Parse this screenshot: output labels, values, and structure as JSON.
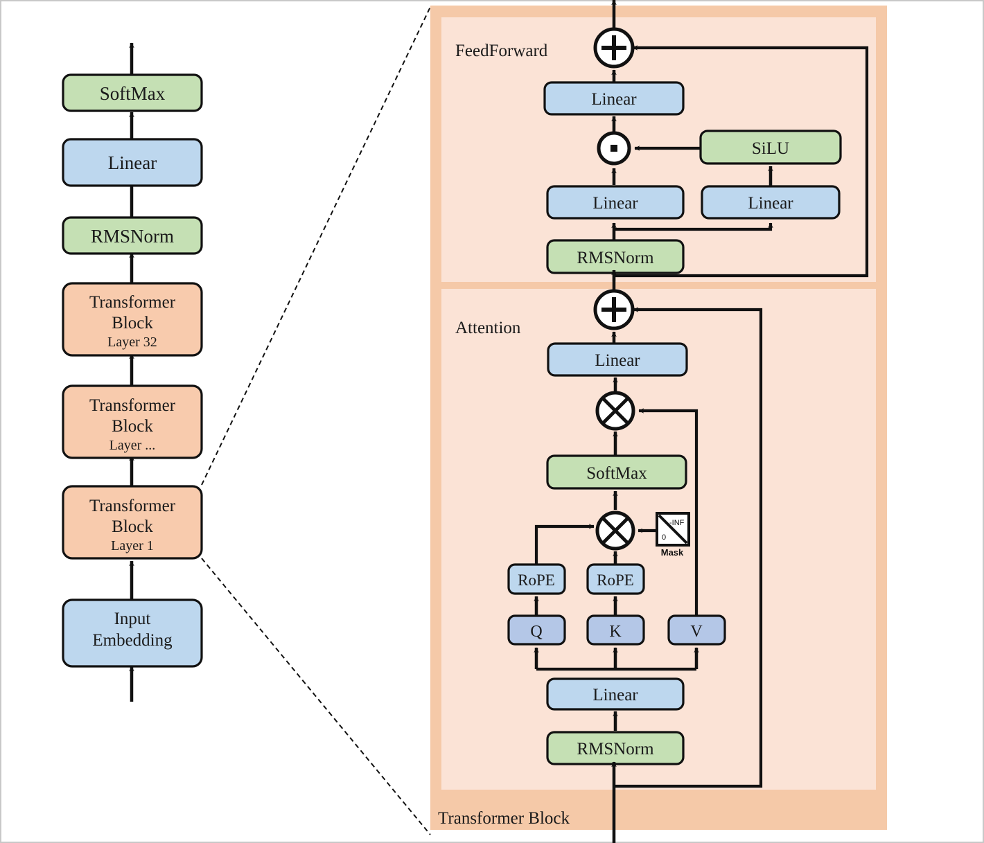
{
  "figure": {
    "title": "LLaMA-style Transformer architecture diagram",
    "colors": {
      "blue": "#bdd7ee",
      "blue_dark": "#b4c7e7",
      "green": "#c5e0b4",
      "peach": "#f8cbad",
      "panel_outer": "#f5c9a8",
      "panel_inner": "#fbe3d6",
      "stroke": "#1a1a1a",
      "frame": "#c8c8c8",
      "white": "#ffffff"
    }
  },
  "left_stack": {
    "name": "model-overview-stack",
    "nodes": [
      {
        "id": "softmax",
        "label": "SoftMax",
        "sub": "",
        "color": "green"
      },
      {
        "id": "linear",
        "label": "Linear",
        "sub": "",
        "color": "blue"
      },
      {
        "id": "rmsnorm",
        "label": "RMSNorm",
        "sub": "",
        "color": "green"
      },
      {
        "id": "block32",
        "label": "Transformer Block",
        "sub": "Layer 32",
        "color": "peach"
      },
      {
        "id": "blockdots",
        "label": "Transformer Block",
        "sub": "Layer ...",
        "color": "peach"
      },
      {
        "id": "block1",
        "label": "Transformer Block",
        "sub": "Layer 1",
        "color": "peach"
      },
      {
        "id": "embed",
        "label": "Input Embedding",
        "sub": "",
        "color": "blue"
      }
    ]
  },
  "detail_panel": {
    "name": "transformer-block-detail",
    "panel_label": "Transformer Block",
    "sections": [
      {
        "id": "feedforward",
        "label": "FeedForward"
      },
      {
        "id": "attention",
        "label": "Attention"
      }
    ],
    "feedforward_nodes": [
      {
        "id": "ff-add",
        "label": "+",
        "type": "op-add"
      },
      {
        "id": "ff-linear-out",
        "label": "Linear",
        "type": "box",
        "color": "blue"
      },
      {
        "id": "ff-mul",
        "label": "·",
        "type": "op-dot"
      },
      {
        "id": "ff-silu",
        "label": "SiLU",
        "type": "box",
        "color": "green"
      },
      {
        "id": "ff-linear-gate",
        "label": "Linear",
        "type": "box",
        "color": "blue"
      },
      {
        "id": "ff-linear-up",
        "label": "Linear",
        "type": "box",
        "color": "blue"
      },
      {
        "id": "ff-rmsnorm",
        "label": "RMSNorm",
        "type": "box",
        "color": "green"
      }
    ],
    "attention_nodes": [
      {
        "id": "at-add",
        "label": "+",
        "type": "op-add"
      },
      {
        "id": "at-linear-out",
        "label": "Linear",
        "type": "box",
        "color": "blue"
      },
      {
        "id": "at-mul2",
        "label": "×",
        "type": "op-mul"
      },
      {
        "id": "at-softmax",
        "label": "SoftMax",
        "type": "box",
        "color": "green"
      },
      {
        "id": "at-mul1",
        "label": "×",
        "type": "op-mul"
      },
      {
        "id": "at-mask",
        "label": "Mask",
        "type": "mask",
        "upper": "-INF",
        "lower": "0"
      },
      {
        "id": "at-rope-q",
        "label": "RoPE",
        "type": "box",
        "color": "blue"
      },
      {
        "id": "at-rope-k",
        "label": "RoPE",
        "type": "box",
        "color": "blue"
      },
      {
        "id": "at-q",
        "label": "Q",
        "type": "box",
        "color": "blue_dark"
      },
      {
        "id": "at-k",
        "label": "K",
        "type": "box",
        "color": "blue_dark"
      },
      {
        "id": "at-v",
        "label": "V",
        "type": "box",
        "color": "blue_dark"
      },
      {
        "id": "at-linear-qkv",
        "label": "Linear",
        "type": "box",
        "color": "blue"
      },
      {
        "id": "at-rmsnorm",
        "label": "RMSNorm",
        "type": "box",
        "color": "green"
      }
    ]
  }
}
